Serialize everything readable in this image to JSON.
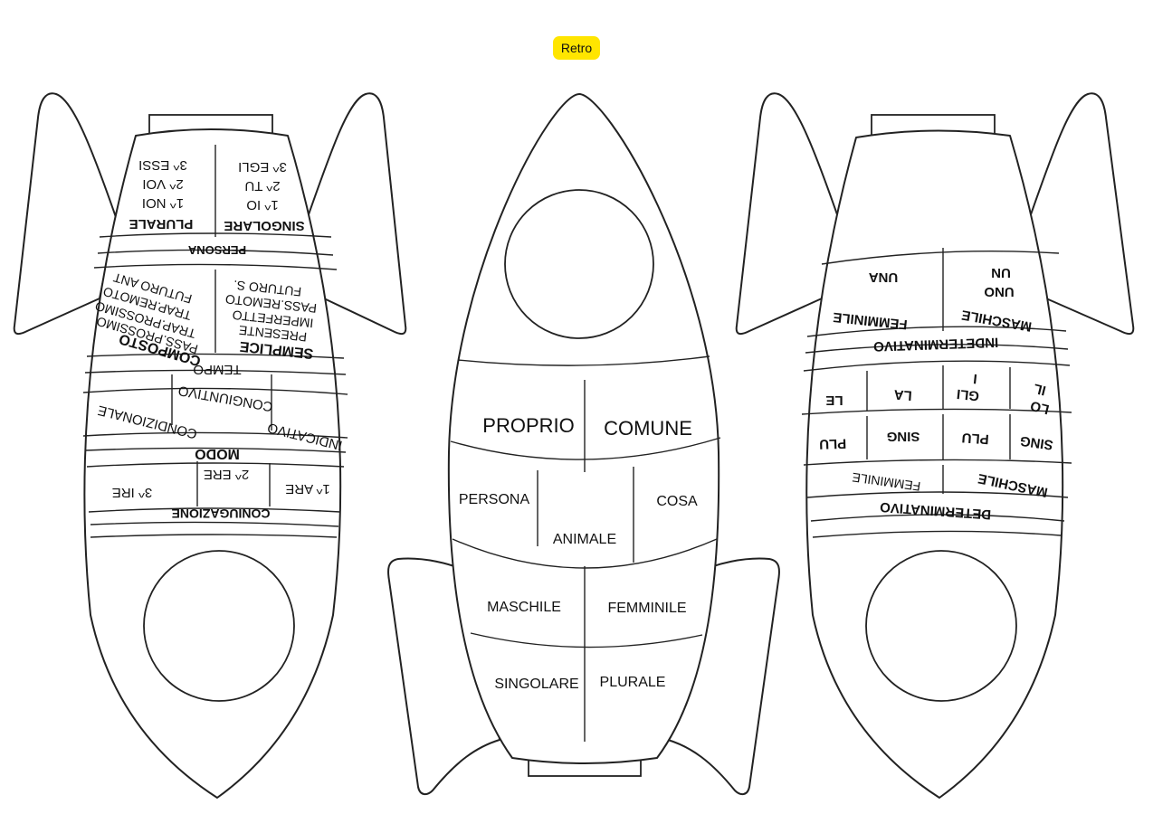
{
  "retro_button": {
    "label": "Retro",
    "color": "#ffe500"
  },
  "left_rocket": {
    "persona": {
      "title": "PERSONA",
      "singolare": {
        "title": "SINGOLARE",
        "items": [
          "1^ IO",
          "2^ TU",
          "3^ EGLI"
        ]
      },
      "plurale": {
        "title": "PLURALE",
        "items": [
          "1^ NOI",
          "2^ VOI",
          "3^ ESSI"
        ]
      }
    },
    "tempo": {
      "title": "TEMPO",
      "semplice": {
        "title": "SEMPLICE",
        "items": [
          "PRESENTE",
          "IMPERFETTO",
          "PASS.REMOTO",
          "FUTURO S."
        ]
      },
      "composto": {
        "title": "COMPOSTO",
        "items": [
          "PASS.PROSSIMO",
          "TRAP.PROSSIMO",
          "TRAP.REMOTO",
          "FUTURO ANT"
        ]
      }
    },
    "modo": {
      "title": "MODO",
      "items": [
        "CONGIUNTIVO",
        "CONDIZIONALE",
        "INDICATIVO"
      ]
    },
    "coniugazione": {
      "title": "CONIUGAZIONE",
      "items": [
        "1^ ARE",
        "2^ ERE",
        "3^ IRE"
      ]
    }
  },
  "center_rocket": {
    "row1": [
      "PROPRIO",
      "COMUNE"
    ],
    "row2": [
      "PERSONA",
      "ANIMALE",
      "COSA"
    ],
    "row3": [
      "MASCHILE",
      "FEMMINILE"
    ],
    "row4": [
      "SINGOLARE",
      "PLURALE"
    ]
  },
  "right_rocket": {
    "indeterminativo": {
      "title": "INDETERMINATIVO",
      "maschile": {
        "title": "MASCHILE",
        "items": [
          "UN",
          "UNO"
        ]
      },
      "femminile": {
        "title": "FEMMINILE",
        "items": [
          "UNA"
        ]
      }
    },
    "determinativo": {
      "title": "DETERMINATIVO",
      "genders": [
        "MASCHILE",
        "FEMMINILE"
      ],
      "numbers": [
        "SING",
        "PLU",
        "SING",
        "PLU"
      ],
      "articles": [
        "IL",
        "LO",
        "I",
        "GLI",
        "LA",
        "LE"
      ]
    }
  }
}
